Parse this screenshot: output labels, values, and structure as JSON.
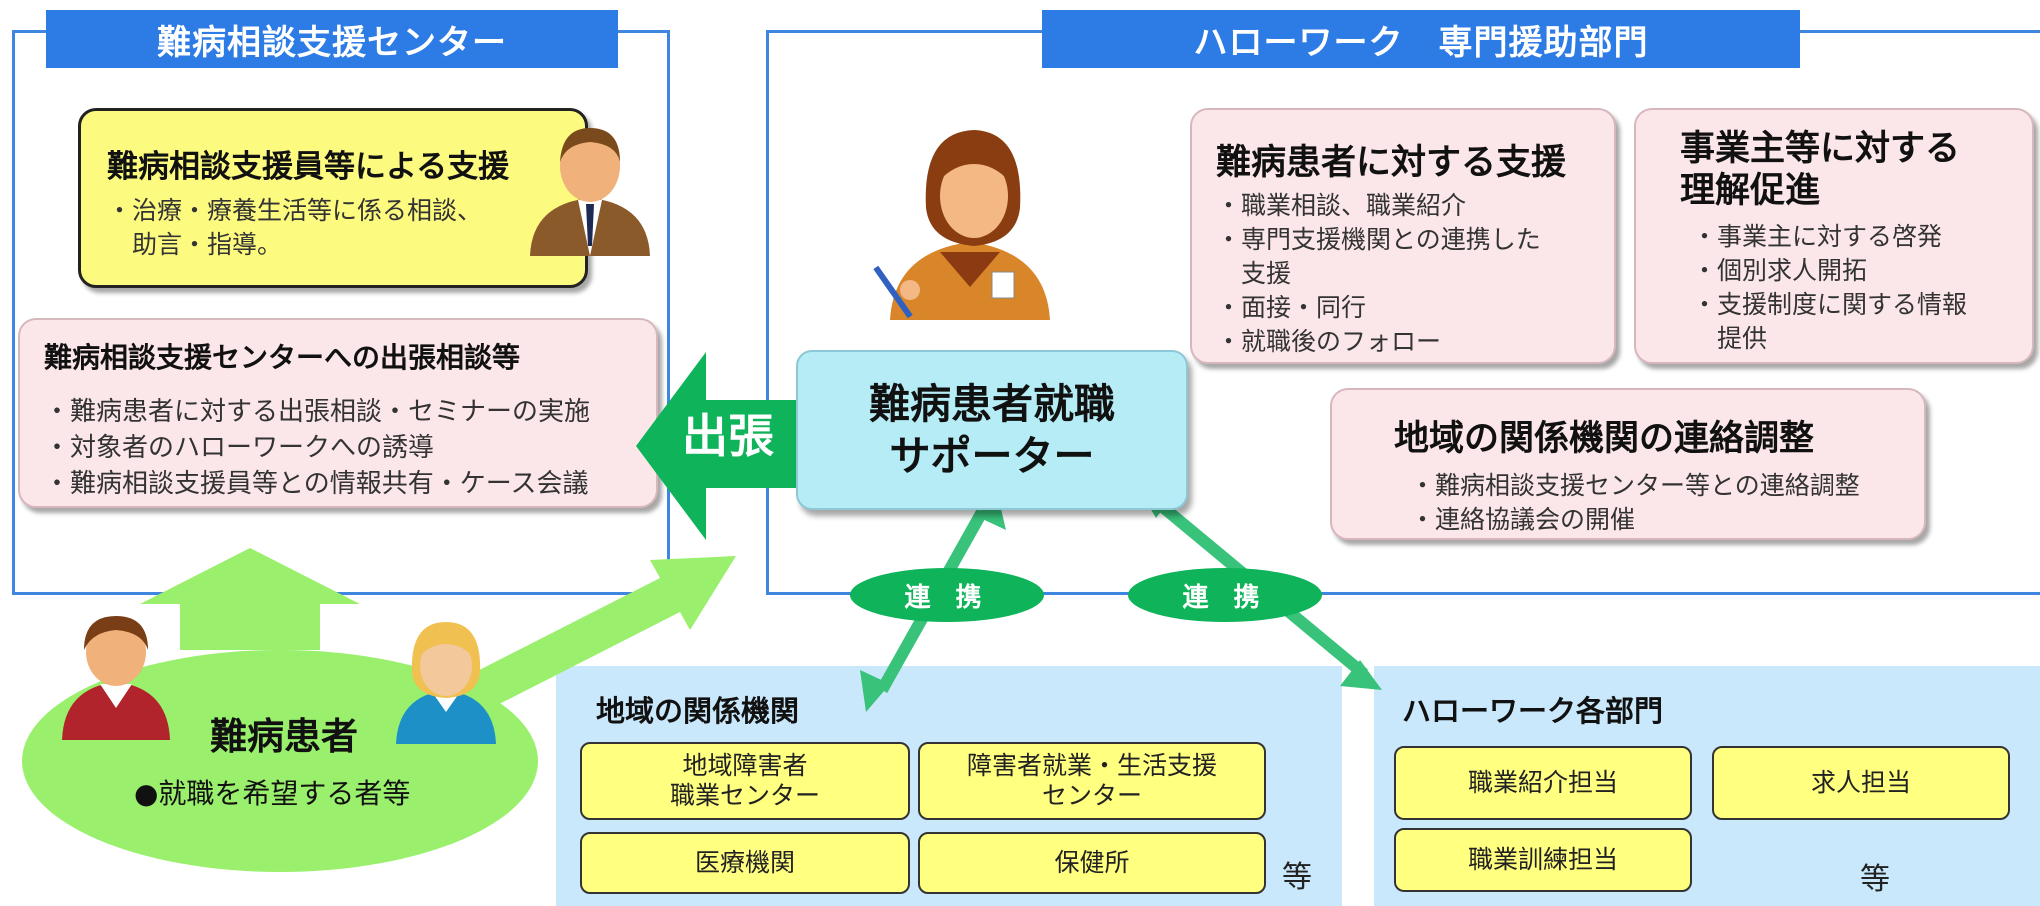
{
  "left_panel": {
    "title": "難病相談支援センター",
    "counselor_card": {
      "title": "難病相談支援員等による支援",
      "items": [
        "・治療・療養生活等に係る相談、",
        "　助言・指導。"
      ]
    },
    "outreach_card": {
      "title": "難病相談支援センターへの出張相談等",
      "items": [
        "・難病患者に対する出張相談・セミナーの実施",
        "・対象者のハローワークへの誘導",
        "・難病相談支援員等との情報共有・ケース会議"
      ]
    }
  },
  "right_panel": {
    "title": "ハローワーク　専門援助部門",
    "patient_support": {
      "title": "難病患者に対する支援",
      "items": [
        "・職業相談、職業紹介",
        "・専門支援機関との連携した",
        "　支援",
        "・面接・同行",
        "・就職後のフォロー"
      ]
    },
    "employer_support": {
      "title_line1": "事業主等に対する",
      "title_line2": "理解促進",
      "items": [
        "・事業主に対する啓発",
        "・個別求人開拓",
        "・支援制度に関する情報",
        "　提供"
      ]
    },
    "regional_coord": {
      "title": "地域の関係機関の連絡調整",
      "items": [
        "・難病相談支援センター等との連絡調整",
        "・連絡協議会の開催"
      ]
    }
  },
  "supporter": {
    "line1": "難病患者就職",
    "line2": "サポーター"
  },
  "arrow_label": "出張",
  "renkei_label": "連 携",
  "patients": {
    "title": "難病患者",
    "subtitle": "●就職を希望する者等"
  },
  "regional_orgs": {
    "title": "地域の関係機関",
    "boxes": [
      {
        "line1": "地域障害者",
        "line2": "職業センター"
      },
      {
        "line1": "障害者就業・生活支援",
        "line2": "センター"
      },
      {
        "line1": "医療機関",
        "line2": ""
      },
      {
        "line1": "保健所",
        "line2": ""
      }
    ],
    "etc": "等"
  },
  "hw_departments": {
    "title": "ハローワーク各部門",
    "boxes": [
      "職業紹介担当",
      "求人担当",
      "職業訓練担当"
    ],
    "etc": "等"
  },
  "colors": {
    "blue": "#2d7be5",
    "green": "#0eb35a",
    "light_green": "#9af06c",
    "yellow": "#ffff80",
    "pink": "#fbe7ea",
    "light_blue": "#c9e8fb",
    "cyan": "#b5ecf5"
  }
}
